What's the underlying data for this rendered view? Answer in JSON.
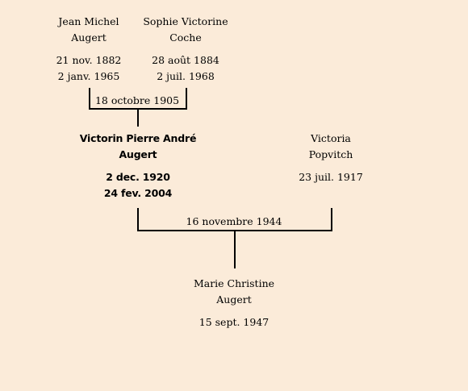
{
  "colors": {
    "background": "#fbebd9",
    "lines": "#000000",
    "text": "#000000"
  },
  "grandfather": {
    "name_line1": "Jean Michel",
    "name_line2": "Augert",
    "birth": "21 nov. 1882",
    "death": "2 janv. 1965"
  },
  "grandmother": {
    "name_line1": "Sophie Victorine",
    "name_line2": "Coche",
    "birth": "28 août 1884",
    "death": "2 juil. 1968"
  },
  "marriage_1": {
    "date": "18 octobre 1905"
  },
  "father": {
    "name_line1": "Victorin Pierre André",
    "name_line2": "Augert",
    "birth": "2 dec. 1920",
    "death": "24 fev. 2004"
  },
  "mother": {
    "name_line1": "Victoria",
    "name_line2": "Popvitch",
    "birth": "23 juil. 1917"
  },
  "marriage_2": {
    "date": "16 novembre 1944"
  },
  "child": {
    "name_line1": "Marie Christine",
    "name_line2": "Augert",
    "birth": "15 sept. 1947"
  }
}
